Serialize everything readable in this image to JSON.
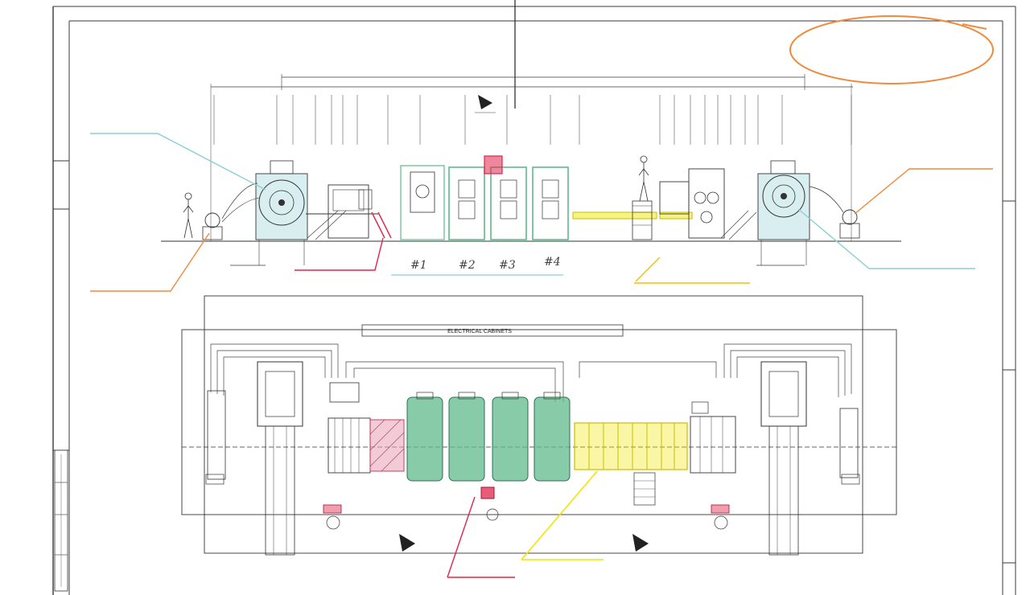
{
  "title": {
    "text": ""
  },
  "labels": {
    "uncoiler_coils": "",
    "uncoiler_interleaf": "",
    "recoiler_interleaf": "",
    "recoiler_coils": "",
    "emergency_stop": "",
    "grinding_module": "",
    "film_unit": "",
    "control_unit": "",
    "belt_conveyor": ""
  },
  "module_numbers": [
    "#1",
    "#2",
    "#3",
    "#4"
  ],
  "electrical_cabinets": "ELECTRICAL CABINETS",
  "colors": {
    "teal": "#8ccfd4",
    "orange": "#f08a3c",
    "red": "#e0254a",
    "yellow": "#f2e600",
    "green": "#5fb98c",
    "pink": "#e7a0b7"
  }
}
